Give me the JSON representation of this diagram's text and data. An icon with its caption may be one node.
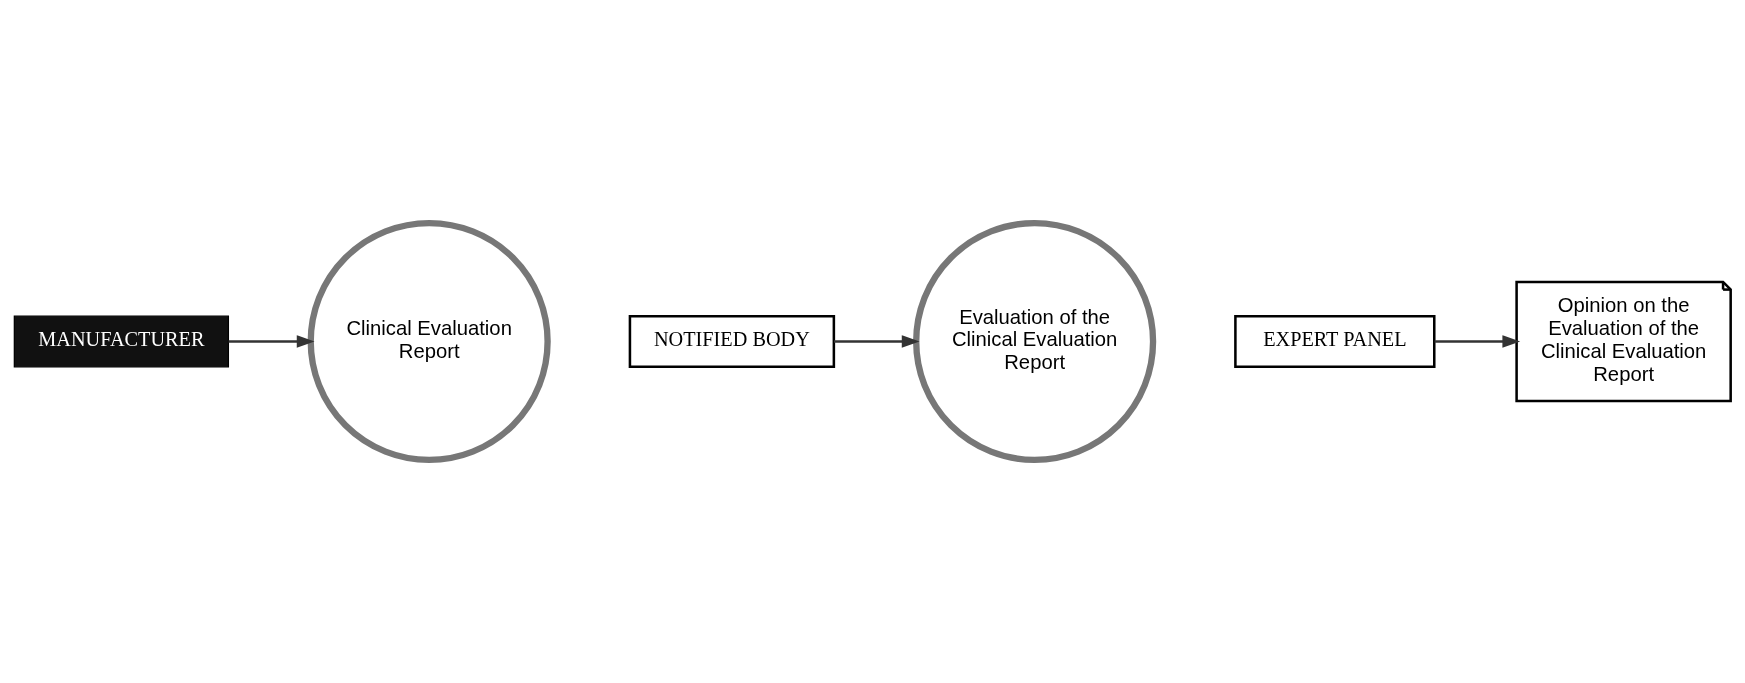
{
  "diagram": {
    "nodes": [
      {
        "text": [
          "MANUFACTURER"
        ]
      },
      {
        "text": [
          "Clinical Evaluation Report"
        ]
      },
      {
        "text": [
          "NOTIFIED BODY"
        ]
      },
      {
        "text": [
          "Evaluation of the Clinical Evaluation Report"
        ]
      },
      {
        "text": [
          "EXPERT PANEL"
        ]
      },
      {
        "text": [
          "Opinion on the Evaluation of the Clinical Evaluation Report"
        ]
      }
    ],
    "edges": [
      {
        "from": 0,
        "to": 1,
        "arrow": "to"
      },
      {
        "from": 2,
        "to": 3,
        "arrow": "to"
      },
      {
        "from": 4,
        "to": 5,
        "arrow": "to"
      }
    ]
  }
}
